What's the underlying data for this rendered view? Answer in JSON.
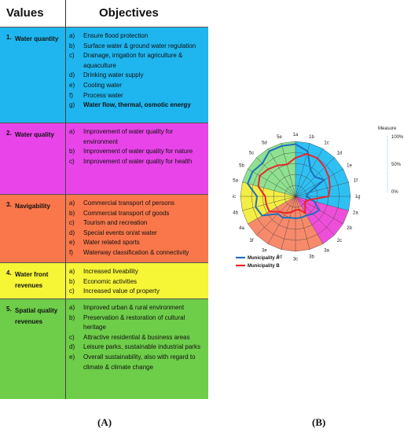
{
  "header": {
    "values": "Values",
    "objectives": "Objectives"
  },
  "sections": [
    {
      "num": "1.",
      "title": "Water quantity",
      "color": "#1fb6ef",
      "height": 122,
      "items": [
        {
          "k": "a)",
          "t": "Ensure flood protection"
        },
        {
          "k": "b)",
          "t": "Surface water & ground water regulation"
        },
        {
          "k": "c)",
          "t": "Drainage, irrigation for agriculture & aquaculture"
        },
        {
          "k": "d)",
          "t": "Drinking water supply"
        },
        {
          "k": "e)",
          "t": "Cooling water"
        },
        {
          "k": "f)",
          "t": "Process water"
        },
        {
          "k": "g)",
          "t": "Water flow, thermal, osmotic energy",
          "bold": true
        }
      ]
    },
    {
      "num": "2.",
      "title": "Water quality",
      "color": "#e844e9",
      "height": 91,
      "items": [
        {
          "k": "a)",
          "t": "Improvement of water quality for environment"
        },
        {
          "k": "b)",
          "t": "Improvement of water quality for nature"
        },
        {
          "k": "c)",
          "t": "Improvement of water quality for health"
        }
      ]
    },
    {
      "num": "3.",
      "title": "Navigability",
      "color": "#f9774a",
      "height": 87,
      "items": [
        {
          "k": "a)",
          "t": "Commercial transport of persons"
        },
        {
          "k": "b)",
          "t": "Commercial transport of goods"
        },
        {
          "k": "c)",
          "t": "Tourism and recreation"
        },
        {
          "k": "d)",
          "t": "Special events on/at water"
        },
        {
          "k": "e)",
          "t": "Water related sports"
        },
        {
          "k": "f)",
          "t": "Waterway classification & connectivity"
        }
      ]
    },
    {
      "num": "4.",
      "title": "Water front revenues",
      "color": "#f6f536",
      "height": 46,
      "items": [
        {
          "k": "a)",
          "t": "Increased liveability"
        },
        {
          "k": "b)",
          "t": "Economic activities"
        },
        {
          "k": "c)",
          "t": "Increased value of property"
        }
      ]
    },
    {
      "num": "5.",
      "title": "Spatial quality revenues",
      "color": "#6ecd49",
      "height": 128,
      "items": [
        {
          "k": "a)",
          "t": "Improved urban & rural environment"
        },
        {
          "k": "b)",
          "t": "Preservation & restoration of cultural heritage"
        },
        {
          "k": "c)",
          "t": "Attractive residential & business areas"
        },
        {
          "k": "d)",
          "t": "Leisure parks, sustainable industrial parks"
        },
        {
          "k": "e)",
          "t": "Overall sustainability, also with regard to climate & climate change"
        }
      ]
    }
  ],
  "captions": {
    "left": "(A)",
    "right": "(B)"
  },
  "radar": {
    "axes": [
      "1a",
      "1b",
      "1c",
      "1d",
      "1e",
      "1f",
      "1g",
      "2a",
      "2b",
      "2c",
      "3a",
      "3b",
      "3c",
      "3d",
      "3e",
      "3f",
      "4a",
      "4b",
      "4c",
      "5a",
      "5b",
      "5c",
      "5d",
      "5e"
    ],
    "sectors": [
      {
        "color": "#2ec0f3",
        "from": 0,
        "to": 7
      },
      {
        "color": "#ee4fd8",
        "from": 7,
        "to": 10
      },
      {
        "color": "#f78a6b",
        "from": 10,
        "to": 16
      },
      {
        "color": "#f3ee45",
        "from": 16,
        "to": 19
      },
      {
        "color": "#8fe08f",
        "from": 19,
        "to": 24
      }
    ],
    "legend_title": "Measure",
    "ticks": [
      "100%",
      "50%",
      "0%"
    ],
    "series": [
      {
        "name": "Municipality A",
        "color": "#1f6fbf",
        "values": [
          0.95,
          0.85,
          0.55,
          0.5,
          0.6,
          0.25,
          0.2,
          0.35,
          0.5,
          0.45,
          0.4,
          0.4,
          0.4,
          0.4,
          0.45,
          0.45,
          0.7,
          0.75,
          0.7,
          0.9,
          0.9,
          0.85,
          0.95,
          0.95
        ]
      },
      {
        "name": "Municipality B",
        "color": "#e8262a",
        "values": [
          0.7,
          0.8,
          0.8,
          0.75,
          0.7,
          0.65,
          0.6,
          0.25,
          0.2,
          0.25,
          0.35,
          0.25,
          0.25,
          0.3,
          0.35,
          0.4,
          0.55,
          0.55,
          0.55,
          0.7,
          0.75,
          0.7,
          0.65,
          0.6
        ]
      }
    ]
  }
}
